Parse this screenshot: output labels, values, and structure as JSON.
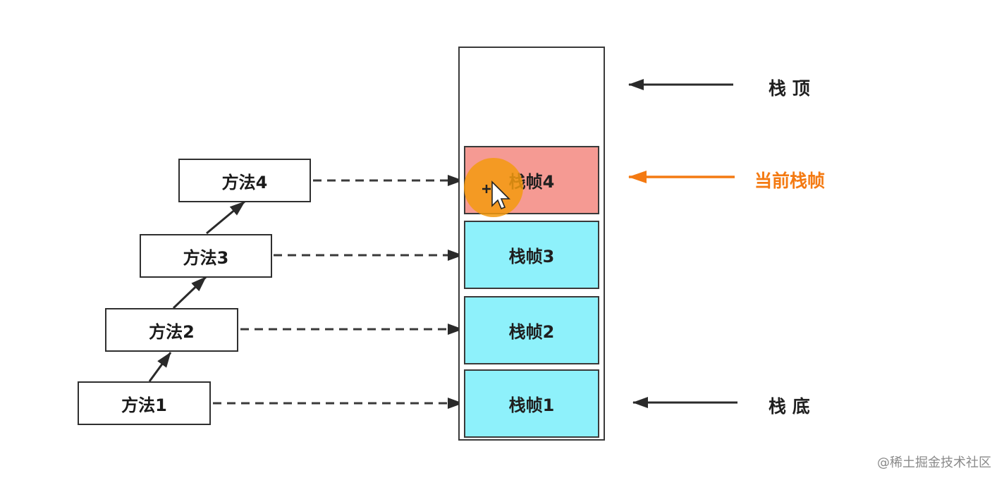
{
  "methods": [
    {
      "label": "方法1"
    },
    {
      "label": "方法2"
    },
    {
      "label": "方法3"
    },
    {
      "label": "方法4"
    }
  ],
  "frames": [
    {
      "label": "栈帧1",
      "current": false
    },
    {
      "label": "栈帧2",
      "current": false
    },
    {
      "label": "栈帧3",
      "current": false
    },
    {
      "label": "栈帧4",
      "current": true
    }
  ],
  "pointers": {
    "top": "栈 顶",
    "current": "当前栈帧",
    "bottom": "栈 底"
  },
  "colors": {
    "frame_fill": "#8ef1fb",
    "current_frame_fill": "#f59a93",
    "current_pointer": "#f47a12",
    "pointer": "#2a2a2a",
    "cursor_highlight": "#f39a0f"
  },
  "watermark": "@稀土掘金技术社区"
}
